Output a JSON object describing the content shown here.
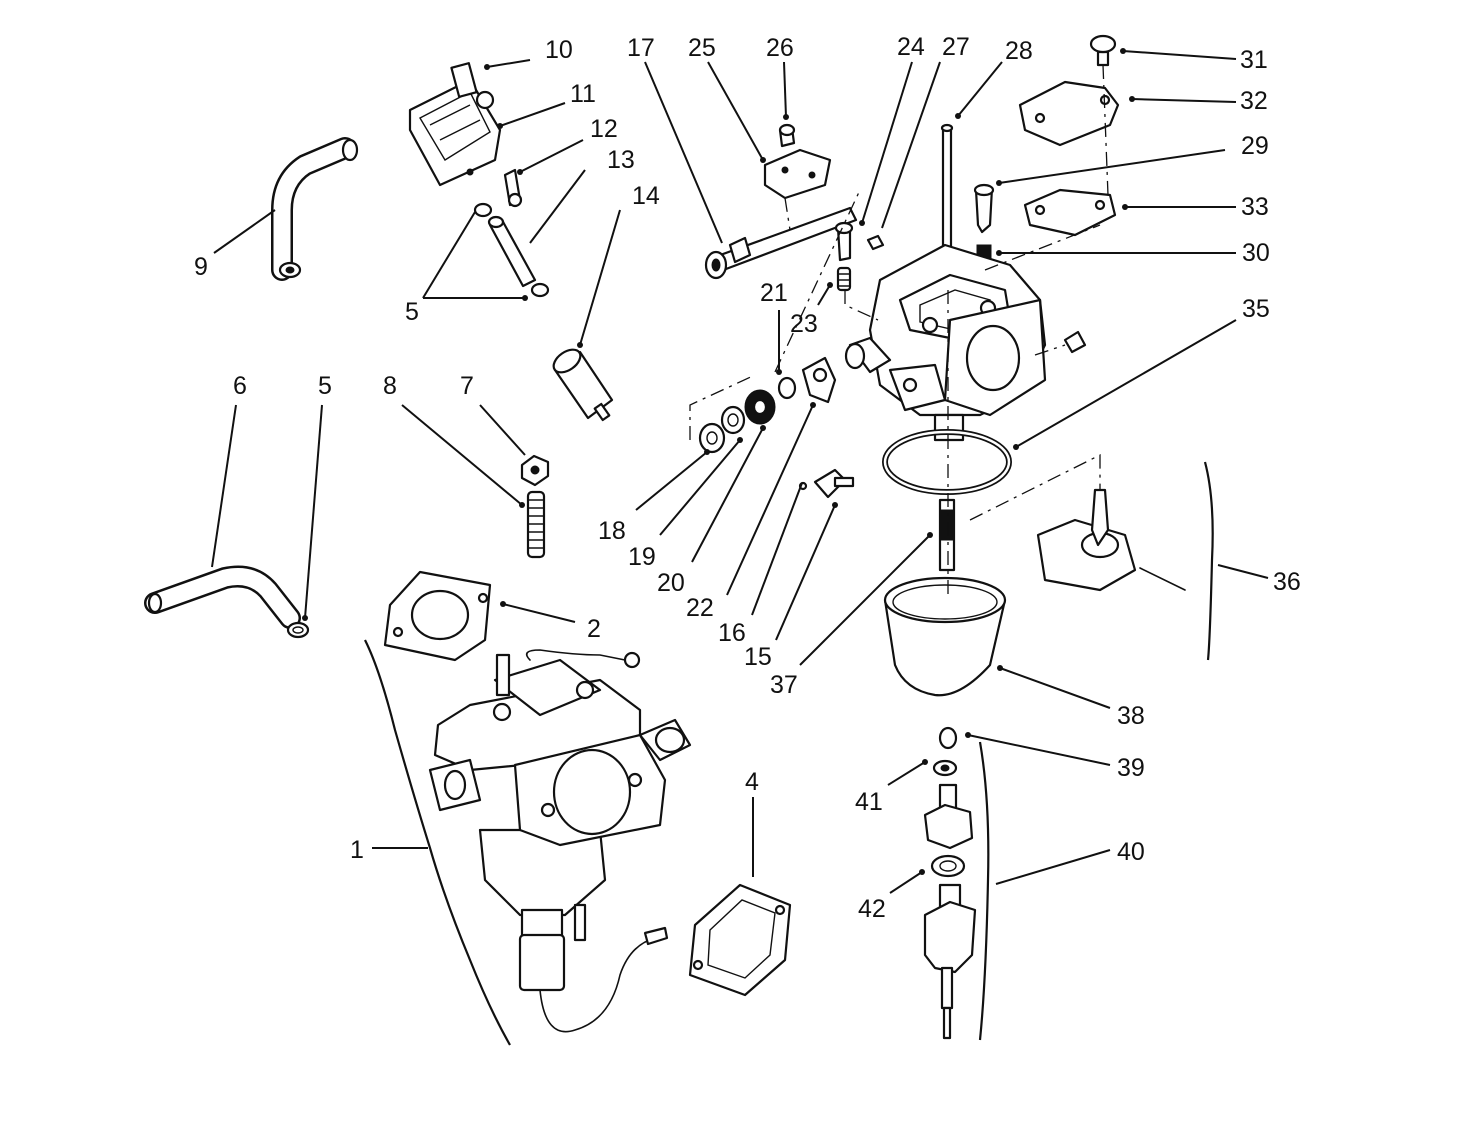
{
  "callouts": [
    {
      "id": "c1",
      "text": "1"
    },
    {
      "id": "c2",
      "text": "2"
    },
    {
      "id": "c4",
      "text": "4"
    },
    {
      "id": "c5a",
      "text": "5"
    },
    {
      "id": "c5b",
      "text": "5"
    },
    {
      "id": "c6",
      "text": "6"
    },
    {
      "id": "c7",
      "text": "7"
    },
    {
      "id": "c8",
      "text": "8"
    },
    {
      "id": "c9",
      "text": "9"
    },
    {
      "id": "c10",
      "text": "10"
    },
    {
      "id": "c11",
      "text": "11"
    },
    {
      "id": "c12",
      "text": "12"
    },
    {
      "id": "c13",
      "text": "13"
    },
    {
      "id": "c14",
      "text": "14"
    },
    {
      "id": "c15",
      "text": "15"
    },
    {
      "id": "c16",
      "text": "16"
    },
    {
      "id": "c17",
      "text": "17"
    },
    {
      "id": "c18",
      "text": "18"
    },
    {
      "id": "c19",
      "text": "19"
    },
    {
      "id": "c20",
      "text": "20"
    },
    {
      "id": "c21",
      "text": "21"
    },
    {
      "id": "c22",
      "text": "22"
    },
    {
      "id": "c23",
      "text": "23"
    },
    {
      "id": "c24",
      "text": "24"
    },
    {
      "id": "c25",
      "text": "25"
    },
    {
      "id": "c26",
      "text": "26"
    },
    {
      "id": "c27",
      "text": "27"
    },
    {
      "id": "c28",
      "text": "28"
    },
    {
      "id": "c29",
      "text": "29"
    },
    {
      "id": "c30",
      "text": "30"
    },
    {
      "id": "c31",
      "text": "31"
    },
    {
      "id": "c32",
      "text": "32"
    },
    {
      "id": "c33",
      "text": "33"
    },
    {
      "id": "c35",
      "text": "35"
    },
    {
      "id": "c36",
      "text": "36"
    },
    {
      "id": "c37",
      "text": "37"
    },
    {
      "id": "c38",
      "text": "38"
    },
    {
      "id": "c39",
      "text": "39"
    },
    {
      "id": "c40",
      "text": "40"
    },
    {
      "id": "c41",
      "text": "41"
    },
    {
      "id": "c42",
      "text": "42"
    }
  ]
}
